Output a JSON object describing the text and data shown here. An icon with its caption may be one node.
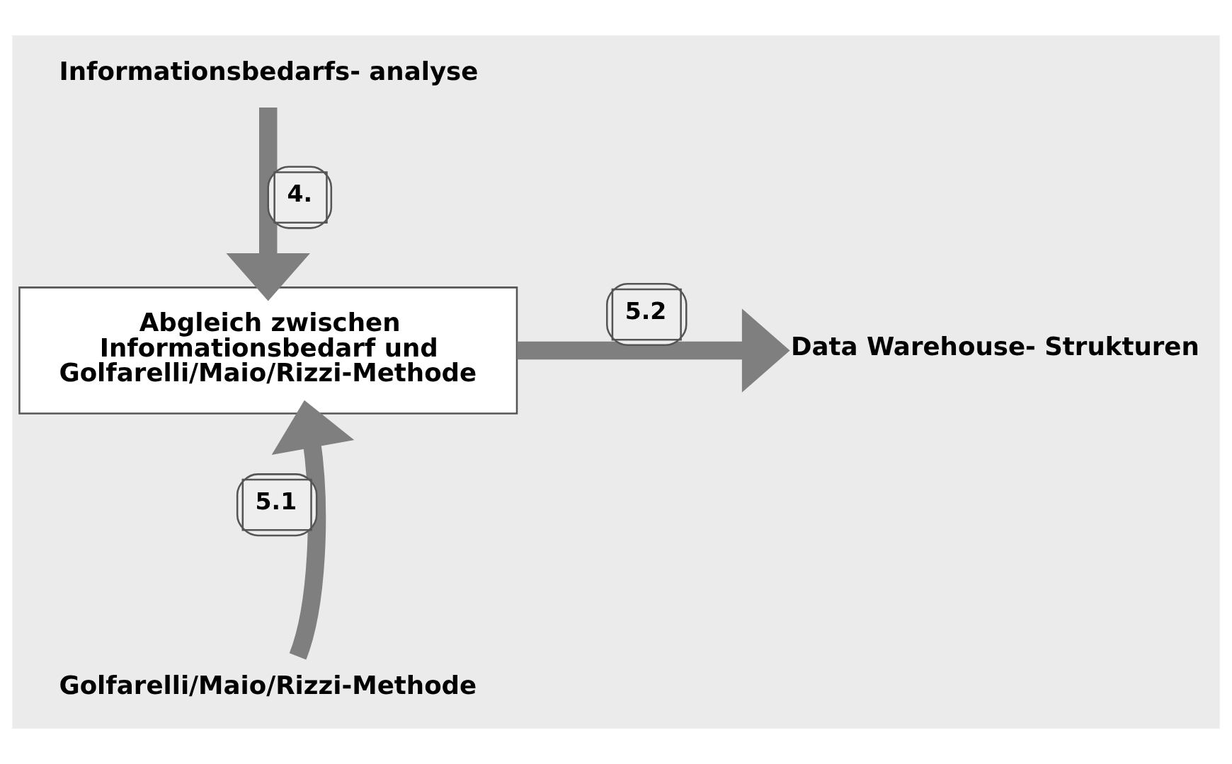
{
  "diagram": {
    "nodes": [
      {
        "text": [
          "Informationsbedarfs- analyse"
        ]
      },
      {
        "text": [
          "Abgleich zwischen Informationsbedarf und Golfarelli/Maio/Rizzi-Methode"
        ]
      },
      {
        "text": [
          "Golfarelli/Maio/Rizzi-Methode"
        ]
      },
      {
        "text": [
          "Data Warehouse- Strukturen"
        ]
      }
    ],
    "edges": [
      {
        "from": 0,
        "to": 1,
        "arrow": "to",
        "label": "4."
      },
      {
        "from": 2,
        "to": 1,
        "arrow": "to",
        "label": "5.1"
      },
      {
        "from": 1,
        "to": 3,
        "arrow": "to",
        "label": "5.2"
      }
    ]
  }
}
